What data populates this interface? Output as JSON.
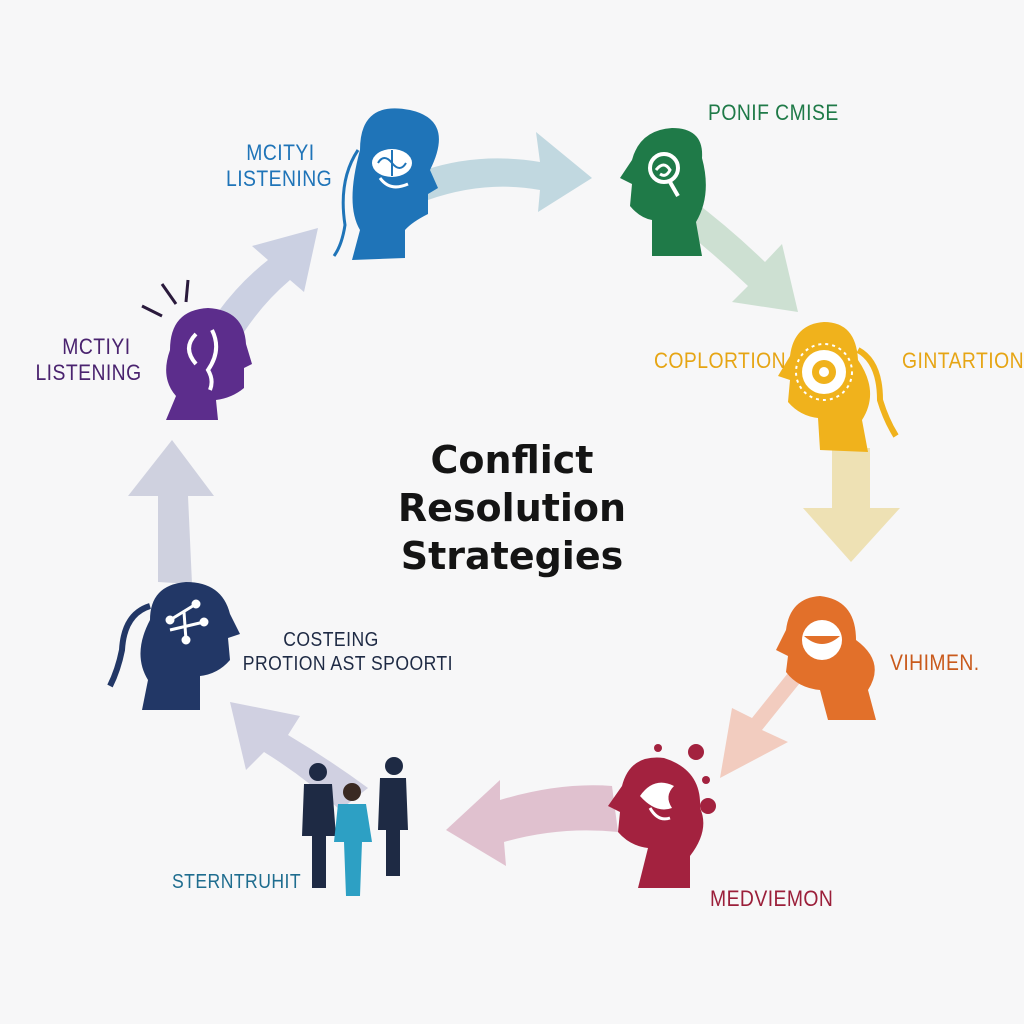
{
  "title": {
    "line1": "Conflict",
    "line2": "Resolution",
    "line3": "Strategies"
  },
  "nodes": [
    {
      "id": "blue-top",
      "label_line1": "MCITYI",
      "label_line2": "LISTENING",
      "icon": "brain-icon",
      "color": "#1f74b8"
    },
    {
      "id": "green",
      "label_line1": "PONIF CMISE",
      "label_line2": "",
      "icon": "spiral-icon",
      "color": "#1f7a48"
    },
    {
      "id": "yellow",
      "label_line1": "COPLORTION",
      "label_line2": "GINTARTION",
      "icon": "target-icon",
      "color": "#eeb01f"
    },
    {
      "id": "orange",
      "label_line1": "VIHIMEN.",
      "label_line2": "",
      "icon": "bowl-icon",
      "color": "#e2702a"
    },
    {
      "id": "crimson",
      "label_line1": "MEDVIEMON",
      "label_line2": "",
      "icon": "dove-icon",
      "color": "#a3223f"
    },
    {
      "id": "people",
      "label_line1": "STERNTRUHIT",
      "label_line2": "",
      "icon": "people-group-icon",
      "color": "#1f6d8f"
    },
    {
      "id": "navy",
      "label_line1": "COSTEING",
      "label_line2": "PROTION AST SPOORTI",
      "icon": "network-icon",
      "color": "#223766"
    },
    {
      "id": "purple",
      "label_line1": "MCTIYI",
      "label_line2": "LISTENING",
      "icon": "lightning-icon",
      "color": "#5c2d8c"
    }
  ]
}
